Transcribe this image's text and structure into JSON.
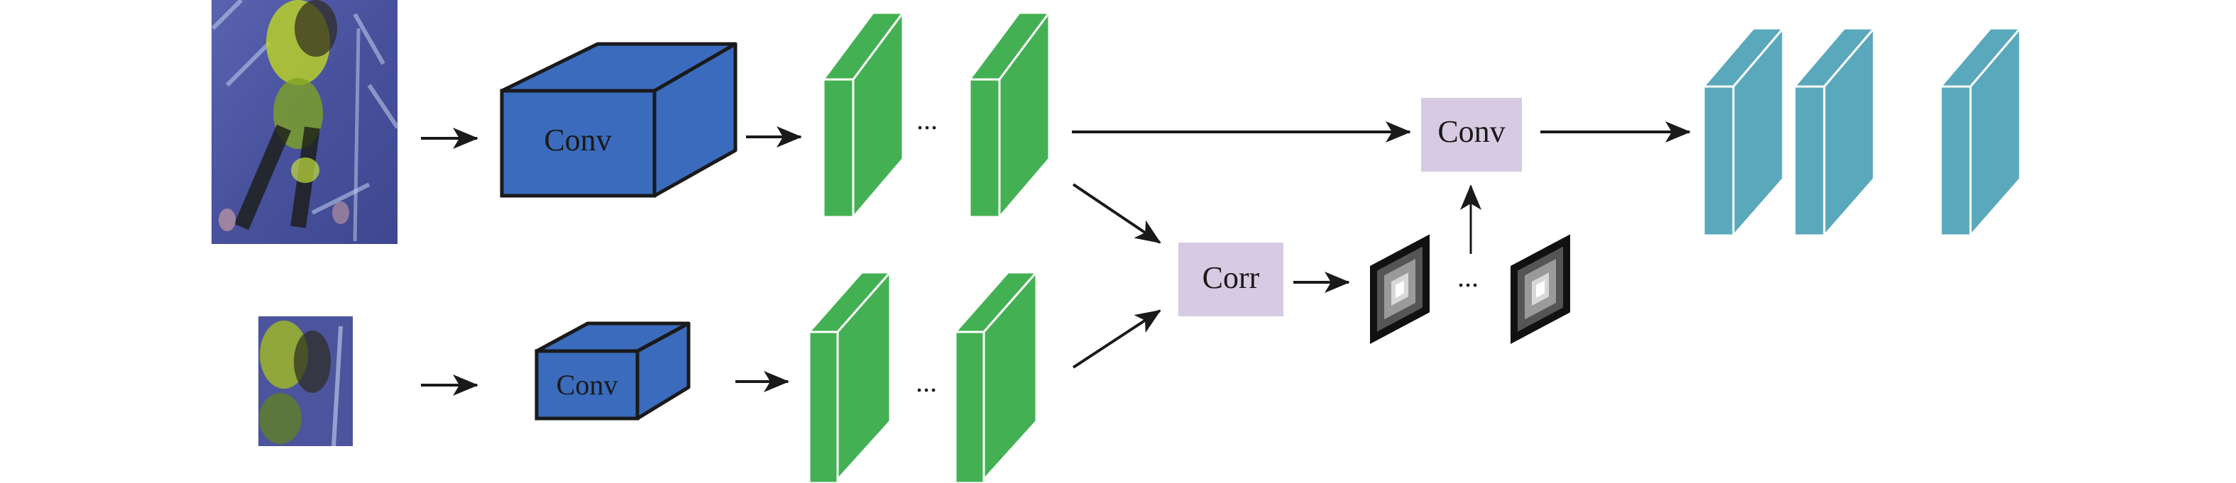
{
  "diagram": {
    "title": "",
    "colors": {
      "conv_cube": "#3a6bbd",
      "feature_map": "#43b153",
      "output_map": "#5aa8bc",
      "op_box": "#d6cbe2",
      "arrow": "#1a1a1a"
    },
    "search_branch": {
      "input_image": "search-region-image",
      "conv_label": "Conv",
      "ellipsis": "..."
    },
    "template_branch": {
      "input_image": "template-image",
      "conv_label": "Conv",
      "ellipsis": "..."
    },
    "corr_label": "Corr",
    "corr_ellipsis": "...",
    "head_conv_label": "Conv"
  }
}
